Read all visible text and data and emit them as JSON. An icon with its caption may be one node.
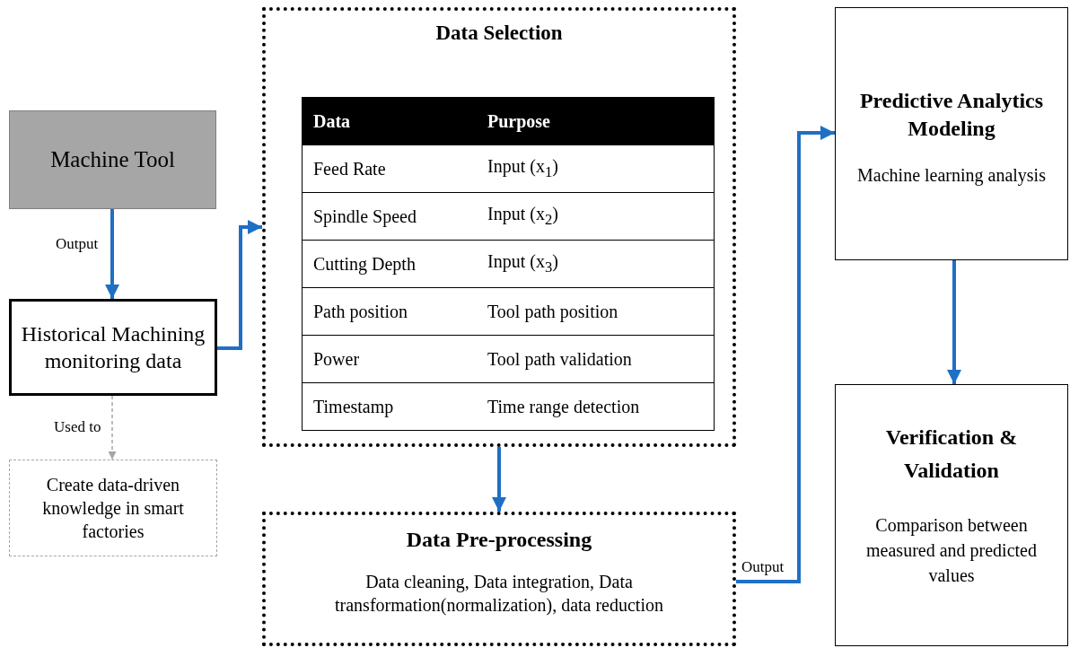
{
  "diagram": {
    "nodes": [
      {
        "text": [
          "Machine Tool"
        ]
      },
      {
        "text": [
          "Historical Machining monitoring data"
        ]
      },
      {
        "text": [
          "Create data-driven knowledge in smart factories"
        ]
      },
      {
        "text": [
          "Data Selection"
        ]
      },
      {
        "text": [
          "Data Pre-processing",
          "Data cleaning, Data integration, Data transformation(normalization), data reduction"
        ]
      },
      {
        "text": [
          "Predictive Analytics Modeling",
          "Machine learning analysis"
        ]
      },
      {
        "text": [
          "Verification & Validation",
          "Comparison between measured and predicted values"
        ]
      }
    ],
    "edges": [
      {
        "from": 0,
        "to": 1,
        "arrow": "to",
        "label": "Output"
      },
      {
        "from": 1,
        "to": 3,
        "arrow": "to"
      },
      {
        "from": 1,
        "to": 2,
        "arrow": "to",
        "label": "Used to",
        "style": "dashed",
        "color": "#a6a6a6"
      },
      {
        "from": 3,
        "to": 4,
        "arrow": "to"
      },
      {
        "from": 4,
        "to": 5,
        "arrow": "to",
        "label": "Output"
      },
      {
        "from": 5,
        "to": 6,
        "arrow": "to"
      }
    ],
    "labels": [
      "Data",
      "Purpose",
      "Feed Rate",
      "Input (x$_{1}$)",
      "Spindle Speed",
      "Input (x$_{2}$)",
      "Cutting Depth",
      "Input (x$_{3}$)",
      "Path position",
      "Tool path position",
      "Power",
      "Tool path validation",
      "Timestamp",
      "Time range detection"
    ]
  }
}
